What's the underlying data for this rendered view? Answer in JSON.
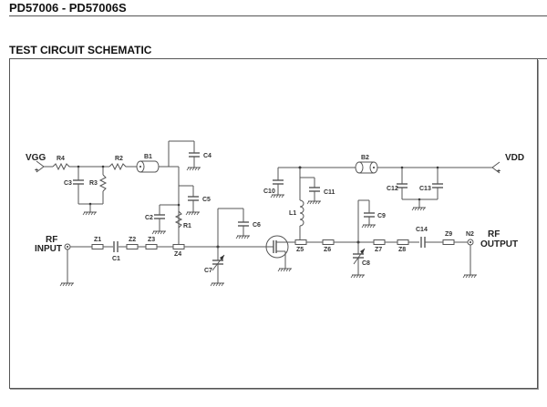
{
  "header": {
    "part_number": "PD57006 - PD57006S",
    "section_title": "TEST CIRCUIT SCHEMATIC"
  },
  "schematic": {
    "ports": {
      "vgg": "VGG",
      "vdd": "VDD",
      "plus": "+",
      "rf_input_1": "RF",
      "rf_input_2": "INPUT",
      "rf_output_1": "RF",
      "rf_output_2": "OUTPUT"
    },
    "labels": {
      "R1": "R1",
      "R2": "R2",
      "R3": "R3",
      "R4": "R4",
      "B1": "B1",
      "B2": "B2",
      "C1": "C1",
      "C2": "C2",
      "C3": "C3",
      "C4": "C4",
      "C5": "C5",
      "C6": "C6",
      "C7": "C7",
      "C8": "C8",
      "C9": "C9",
      "C10": "C10",
      "C11": "C11",
      "C12": "C12",
      "C13": "C13",
      "C14": "C14",
      "L1": "L1",
      "Z1": "Z1",
      "Z2": "Z2",
      "Z3": "Z3",
      "Z4": "Z4",
      "Z5": "Z5",
      "Z6": "Z6",
      "Z7": "Z7",
      "Z8": "Z8",
      "Z9": "Z9",
      "N2": "N2"
    }
  }
}
